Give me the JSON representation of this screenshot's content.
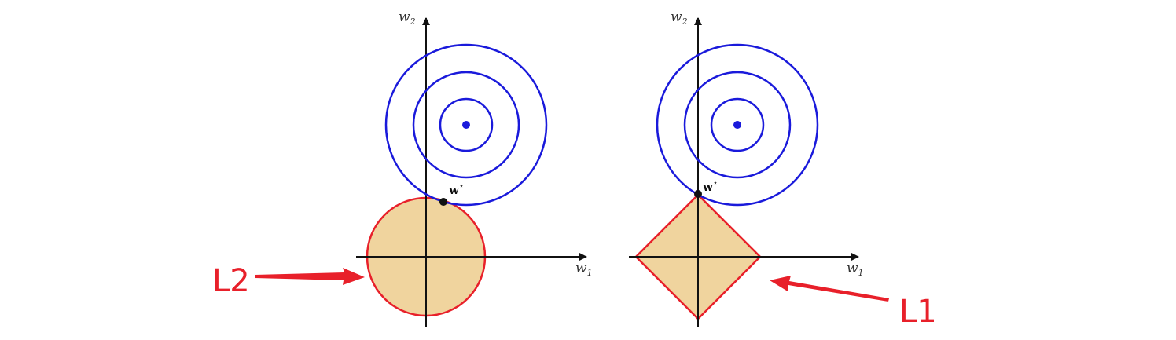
{
  "colors": {
    "contour": "#1a1adb",
    "constraint_stroke": "#e8202a",
    "constraint_fill": "#f0d49e",
    "annotation": "#e8202a",
    "axis": "#111111"
  },
  "left_panel": {
    "x_axis": {
      "base": "w",
      "sub": "1"
    },
    "y_axis": {
      "base": "w",
      "sub": "2"
    },
    "optimum": {
      "base": "w",
      "sup": "⋆"
    },
    "region_shape": "circle",
    "callout": "L2"
  },
  "right_panel": {
    "x_axis": {
      "base": "w",
      "sub": "1"
    },
    "y_axis": {
      "base": "w",
      "sub": "2"
    },
    "optimum": {
      "base": "w",
      "sup": "⋆"
    },
    "region_shape": "diamond",
    "callout": "L1"
  }
}
